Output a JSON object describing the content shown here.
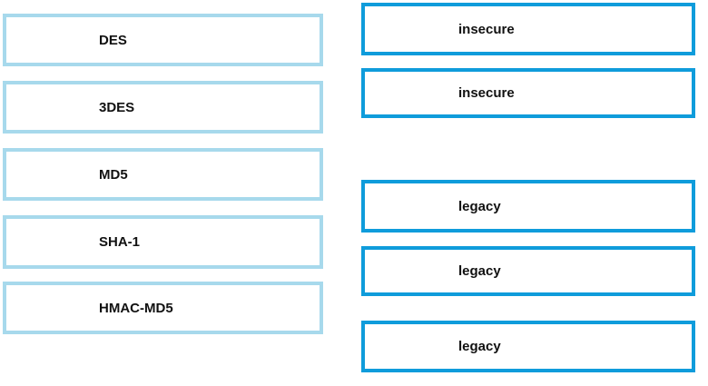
{
  "exercise": {
    "kind": "drag-and-drop-matching",
    "colors": {
      "drag_source_border": "#a7d9ec",
      "drop_target_border": "#0f9cdb",
      "text": "#111111",
      "background": "#ffffff"
    },
    "drag_items": [
      {
        "label": "DES"
      },
      {
        "label": "3DES"
      },
      {
        "label": "MD5"
      },
      {
        "label": "SHA-1"
      },
      {
        "label": "HMAC-MD5"
      }
    ],
    "drop_targets": [
      {
        "label": "insecure"
      },
      {
        "label": "insecure"
      },
      {
        "label": "legacy"
      },
      {
        "label": "legacy"
      },
      {
        "label": "legacy"
      }
    ]
  }
}
